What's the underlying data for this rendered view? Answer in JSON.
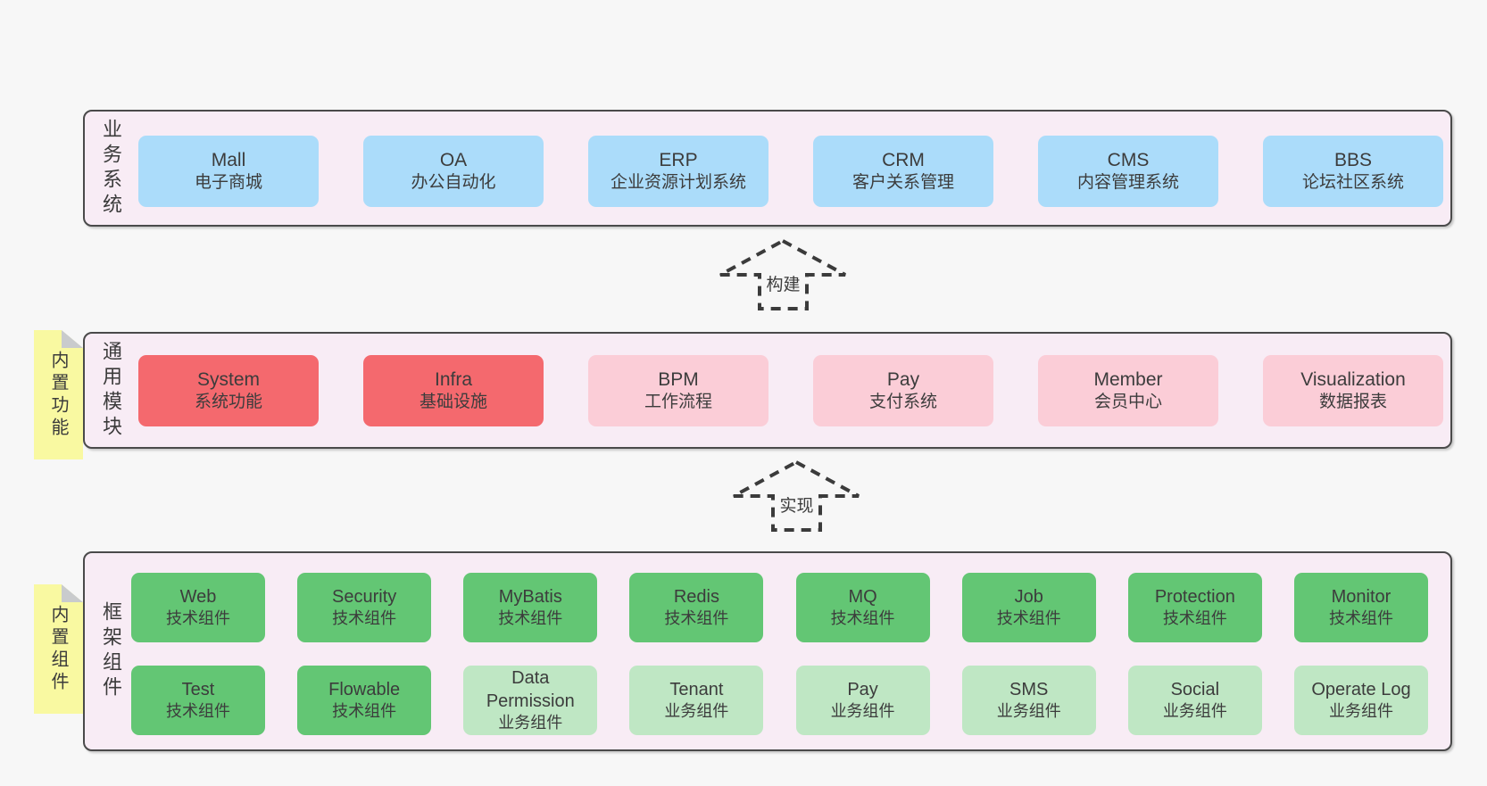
{
  "colors": {
    "page_bg": "#f7f7f7",
    "band_bg": "#f8ecf5",
    "band_border": "#4a4a4a",
    "box_blue": "#abdcfa",
    "box_red": "#f4696e",
    "box_pink": "#fbcdd7",
    "box_green": "#63c674",
    "box_light_green": "#bfe7c4",
    "tab_yellow": "#f9f9a1",
    "fold_gray": "#c9cbcd",
    "text": "#3c3c3c"
  },
  "bands": [
    {
      "label": "业务系统",
      "boxes": [
        {
          "name": "Mall",
          "desc": "电子商城"
        },
        {
          "name": "OA",
          "desc": "办公自动化"
        },
        {
          "name": "ERP",
          "desc": "企业资源计划系统"
        },
        {
          "name": "CRM",
          "desc": "客户关系管理"
        },
        {
          "name": "CMS",
          "desc": "内容管理系统"
        },
        {
          "name": "BBS",
          "desc": "论坛社区系统"
        }
      ]
    },
    {
      "label": "通用模块",
      "tab": "内置功能",
      "boxes": [
        {
          "name": "System",
          "desc": "系统功能"
        },
        {
          "name": "Infra",
          "desc": "基础设施"
        },
        {
          "name": "BPM",
          "desc": "工作流程"
        },
        {
          "name": "Pay",
          "desc": "支付系统"
        },
        {
          "name": "Member",
          "desc": "会员中心"
        },
        {
          "name": "Visualization",
          "desc": "数据报表"
        }
      ]
    },
    {
      "label": "框架组件",
      "tab": "内置组件",
      "rows": [
        [
          {
            "name": "Web",
            "desc": "技术组件"
          },
          {
            "name": "Security",
            "desc": "技术组件"
          },
          {
            "name": "MyBatis",
            "desc": "技术组件"
          },
          {
            "name": "Redis",
            "desc": "技术组件"
          },
          {
            "name": "MQ",
            "desc": "技术组件"
          },
          {
            "name": "Job",
            "desc": "技术组件"
          },
          {
            "name": "Protection",
            "desc": "技术组件"
          },
          {
            "name": "Monitor",
            "desc": "技术组件"
          }
        ],
        [
          {
            "name": "Test",
            "desc": "技术组件"
          },
          {
            "name": "Flowable",
            "desc": "技术组件"
          },
          {
            "name": "Data Permission",
            "desc": "业务组件"
          },
          {
            "name": "Tenant",
            "desc": "业务组件"
          },
          {
            "name": "Pay",
            "desc": "业务组件"
          },
          {
            "name": "SMS",
            "desc": "业务组件"
          },
          {
            "name": "Social",
            "desc": "业务组件"
          },
          {
            "name": "Operate Log",
            "desc": "业务组件"
          }
        ]
      ]
    }
  ],
  "arrows": [
    {
      "label": "构建"
    },
    {
      "label": "实现"
    }
  ]
}
